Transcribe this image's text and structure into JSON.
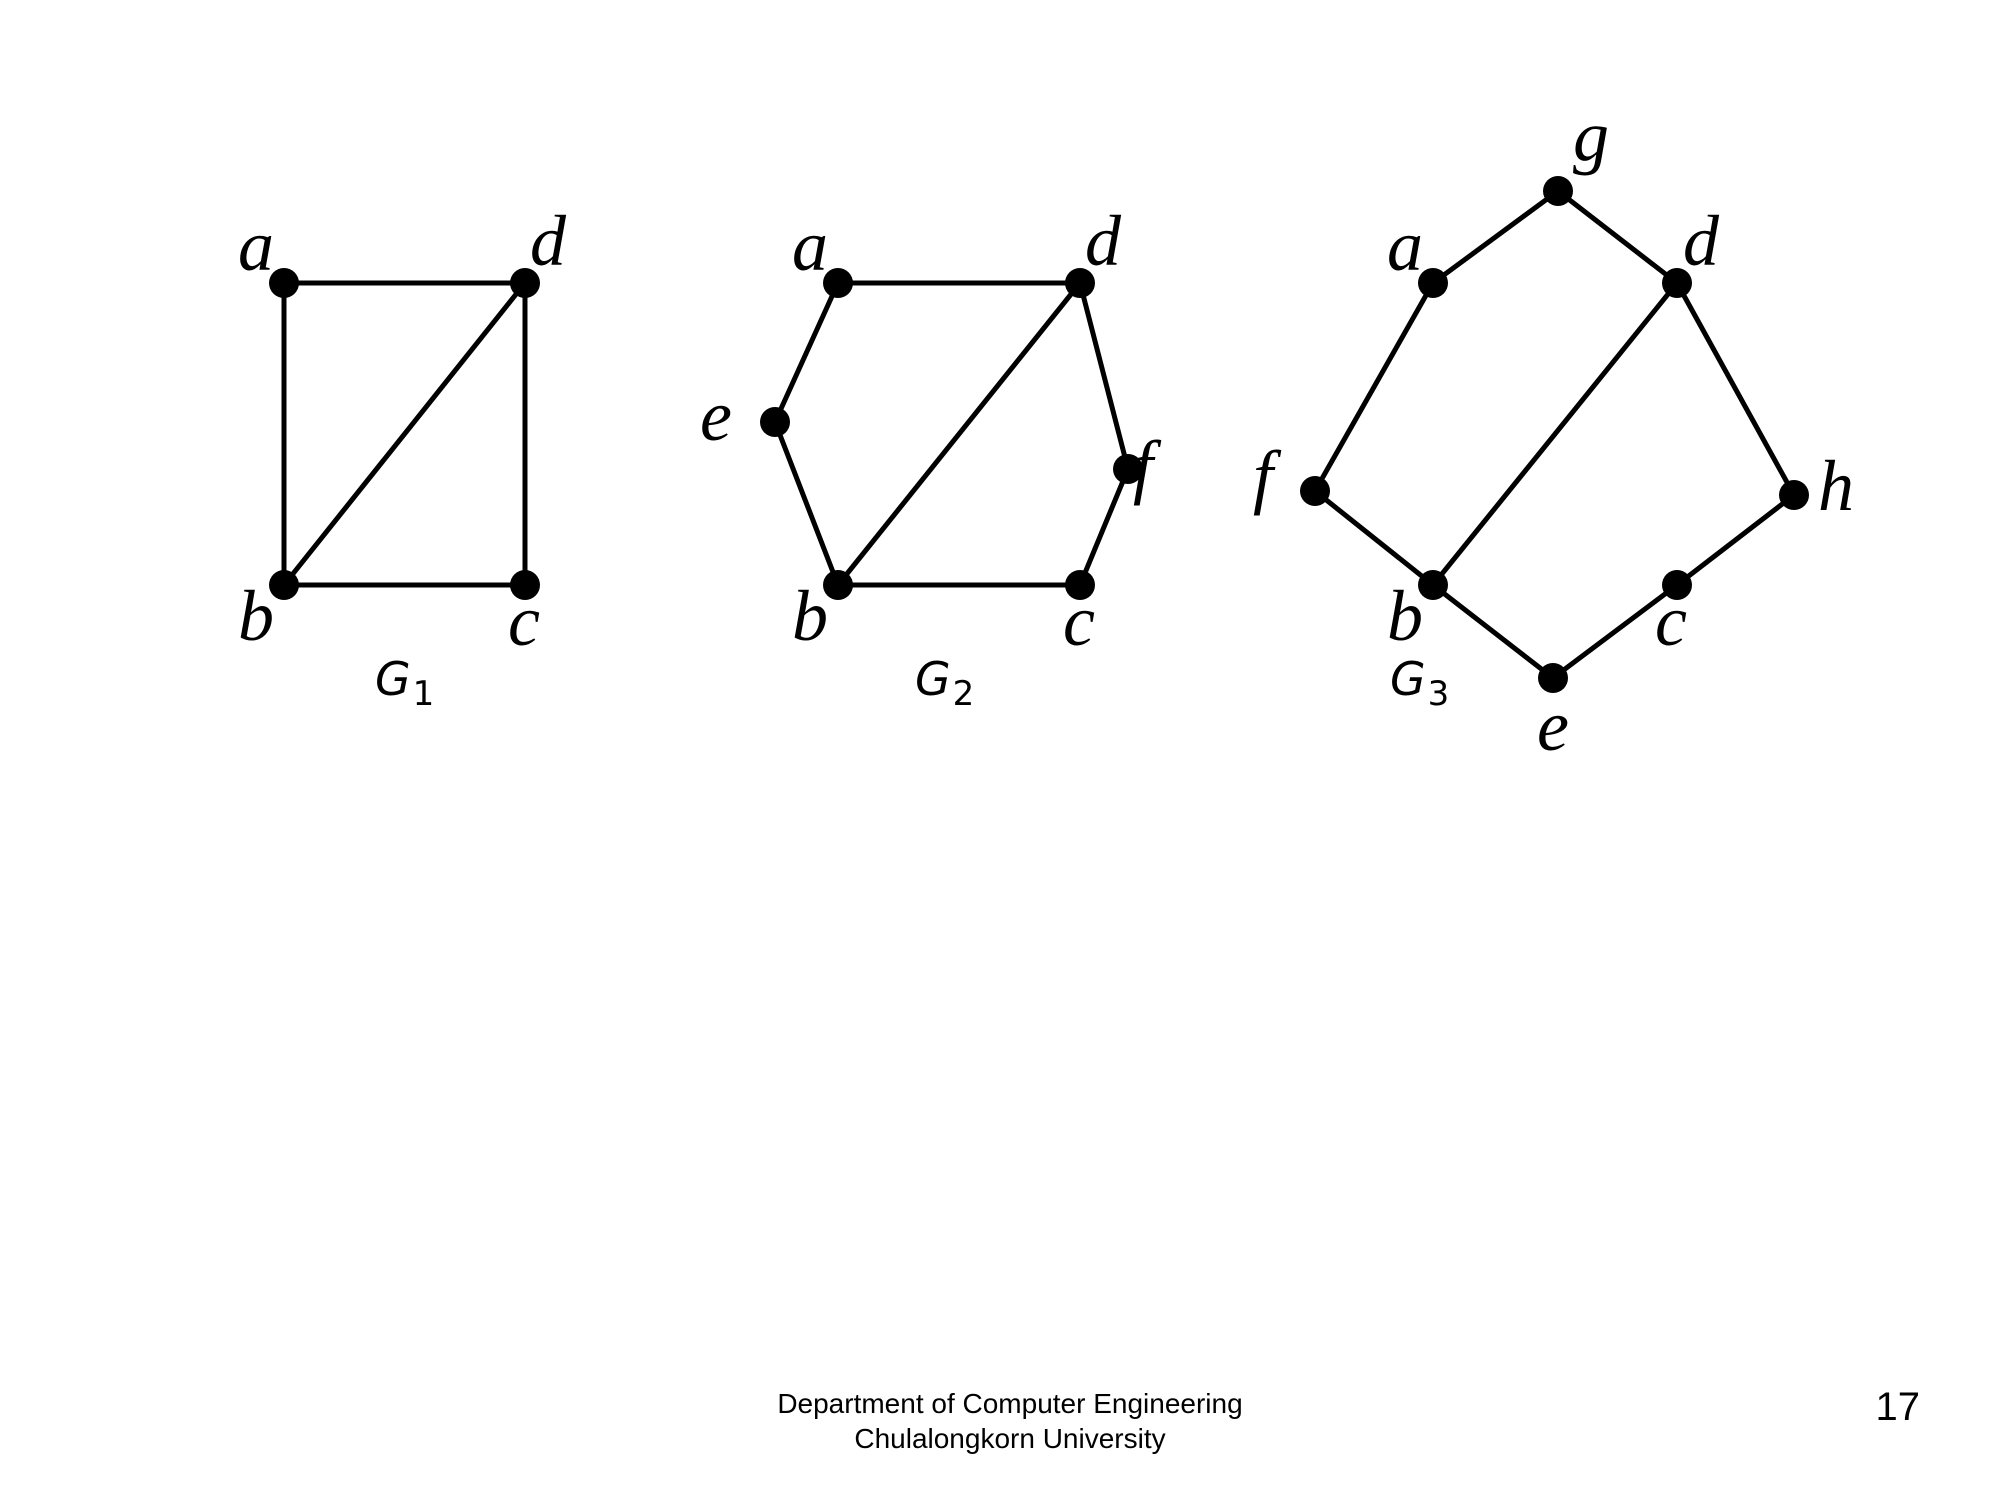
{
  "graphs": [
    {
      "name": "G",
      "subscript": "1",
      "vertices": [
        "a",
        "b",
        "c",
        "d"
      ],
      "edges": [
        [
          "a",
          "d"
        ],
        [
          "a",
          "b"
        ],
        [
          "b",
          "d"
        ],
        [
          "d",
          "c"
        ],
        [
          "b",
          "c"
        ]
      ]
    },
    {
      "name": "G",
      "subscript": "2",
      "vertices": [
        "a",
        "b",
        "c",
        "d",
        "e",
        "f"
      ],
      "edges": [
        [
          "a",
          "d"
        ],
        [
          "a",
          "e"
        ],
        [
          "e",
          "b"
        ],
        [
          "b",
          "d"
        ],
        [
          "b",
          "c"
        ],
        [
          "d",
          "f"
        ],
        [
          "f",
          "c"
        ]
      ]
    },
    {
      "name": "G",
      "subscript": "3",
      "vertices": [
        "a",
        "b",
        "c",
        "d",
        "e",
        "f",
        "g",
        "h"
      ],
      "edges": [
        [
          "g",
          "a"
        ],
        [
          "g",
          "d"
        ],
        [
          "a",
          "f"
        ],
        [
          "f",
          "b"
        ],
        [
          "b",
          "d"
        ],
        [
          "d",
          "h"
        ],
        [
          "h",
          "c"
        ],
        [
          "c",
          "e"
        ],
        [
          "b",
          "e"
        ]
      ]
    }
  ],
  "footer": {
    "line1": "Department of Computer Engineering",
    "line2": "Chulalongkorn University"
  },
  "page_number": "17"
}
